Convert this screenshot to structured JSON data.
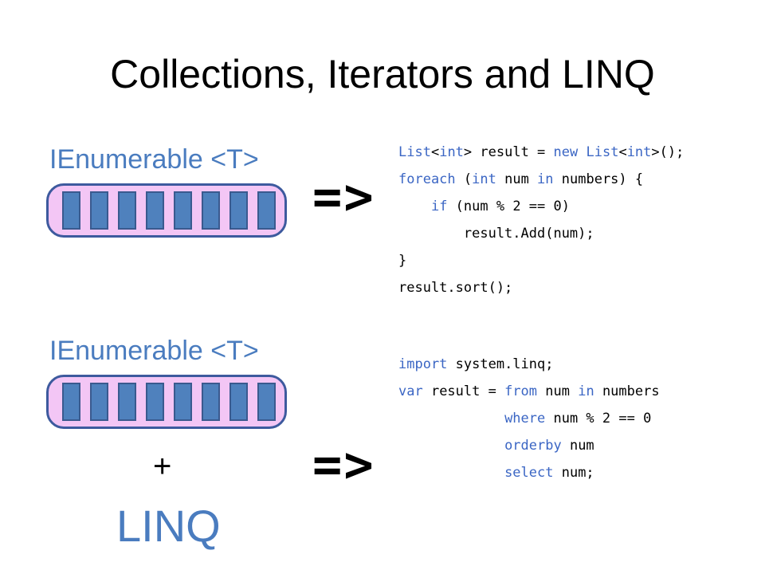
{
  "slide": {
    "title": "Collections, Iterators and LINQ",
    "colors": {
      "label_blue": "#4a7cbf",
      "collection_fill": "#f3c6f5",
      "element_fill": "#4f81bd",
      "keyword_blue": "#3b66c4"
    }
  },
  "top": {
    "label": "IEnumerable <T>",
    "arrow": "=>",
    "code": [
      [
        {
          "t": "List",
          "k": true
        },
        {
          "t": "<"
        },
        {
          "t": "int",
          "k": true
        },
        {
          "t": "> result = "
        },
        {
          "t": "new",
          "k": true
        },
        {
          "t": " "
        },
        {
          "t": "List",
          "k": true
        },
        {
          "t": "<"
        },
        {
          "t": "int",
          "k": true
        },
        {
          "t": ">();"
        }
      ],
      [
        {
          "t": "foreach",
          "k": true
        },
        {
          "t": " ("
        },
        {
          "t": "int",
          "k": true
        },
        {
          "t": " num "
        },
        {
          "t": "in",
          "k": true
        },
        {
          "t": " numbers) {"
        }
      ],
      [
        {
          "t": "    "
        },
        {
          "t": "if",
          "k": true
        },
        {
          "t": " (num % 2 == 0)"
        }
      ],
      [
        {
          "t": "        result.Add(num);"
        }
      ],
      [
        {
          "t": "}"
        }
      ],
      [
        {
          "t": "result.sort();"
        }
      ]
    ]
  },
  "bottom": {
    "label": "IEnumerable <T>",
    "plus": "+",
    "linq": "LINQ",
    "arrow": "=>",
    "code": [
      [
        {
          "t": "import",
          "k": true
        },
        {
          "t": " system.linq;"
        }
      ],
      [
        {
          "t": "var",
          "k": true
        },
        {
          "t": " result = "
        },
        {
          "t": "from",
          "k": true
        },
        {
          "t": " num "
        },
        {
          "t": "in",
          "k": true
        },
        {
          "t": " numbers"
        }
      ],
      [
        {
          "t": "             "
        },
        {
          "t": "where",
          "k": true
        },
        {
          "t": " num % 2 == 0"
        }
      ],
      [
        {
          "t": "             "
        },
        {
          "t": "orderby",
          "k": true
        },
        {
          "t": " num"
        }
      ],
      [
        {
          "t": "             "
        },
        {
          "t": "select",
          "k": true
        },
        {
          "t": " num;"
        }
      ]
    ]
  }
}
